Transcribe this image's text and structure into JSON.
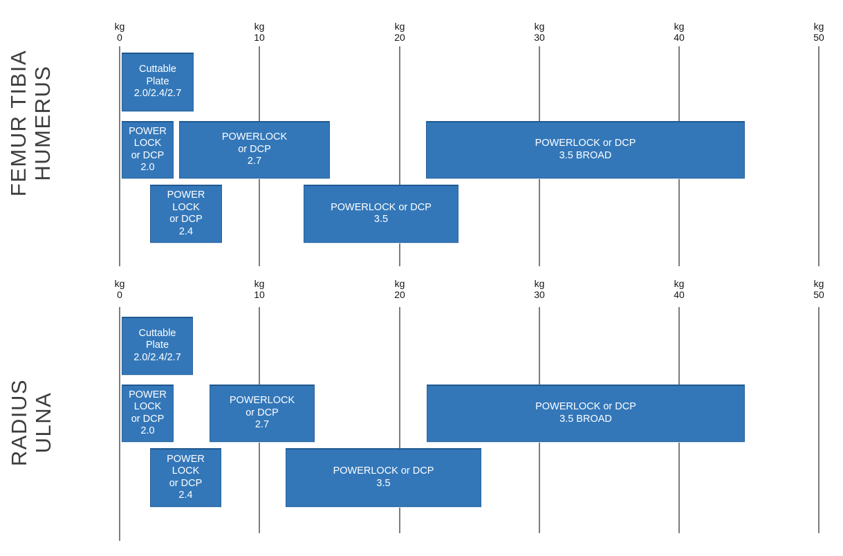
{
  "axis": {
    "unit": "kg",
    "ticks": [
      "0",
      "10",
      "20",
      "30",
      "40",
      "50"
    ]
  },
  "colors": {
    "bar_fill": "#3377b9",
    "bar_border": "#2a6198",
    "gridline": "#7c7c7c",
    "bar_text": "#ffffff",
    "axis_text": "#141414",
    "side_label_text": "#3d3d3d"
  },
  "sections": [
    {
      "name": "femur-tibia-humerus",
      "side_label": {
        "line1": "FEMUR TIBIA",
        "line2": "HUMERUS"
      },
      "bars": [
        {
          "id": "cuttable-plate",
          "lines": [
            "Cuttable",
            "Plate",
            "2.0/2.4/2.7"
          ]
        },
        {
          "id": "powerlock-or-dcp-2.0",
          "lines": [
            "POWER",
            "LOCK",
            "or DCP",
            "2.0"
          ]
        },
        {
          "id": "powerlock-or-dcp-2.7",
          "lines": [
            "POWERLOCK",
            "or DCP",
            "2.7"
          ]
        },
        {
          "id": "powerlock-or-dcp-3.5-broad",
          "lines": [
            "POWERLOCK or DCP",
            "3.5 BROAD"
          ]
        },
        {
          "id": "powerlock-or-dcp-2.4",
          "lines": [
            "POWER",
            "LOCK",
            "or DCP",
            "2.4"
          ]
        },
        {
          "id": "powerlock-or-dcp-3.5",
          "lines": [
            "POWERLOCK or DCP",
            "3.5"
          ]
        }
      ]
    },
    {
      "name": "radius-ulna",
      "side_label": {
        "line1": "RADIUS",
        "line2": "ULNA"
      },
      "bars": [
        {
          "id": "cuttable-plate",
          "lines": [
            "Cuttable",
            "Plate",
            "2.0/2.4/2.7"
          ]
        },
        {
          "id": "powerlock-or-dcp-2.0",
          "lines": [
            "POWER",
            "LOCK",
            "or DCP",
            "2.0"
          ]
        },
        {
          "id": "powerlock-or-dcp-2.7",
          "lines": [
            "POWERLOCK",
            "or DCP",
            "2.7"
          ]
        },
        {
          "id": "powerlock-or-dcp-3.5-broad",
          "lines": [
            "POWERLOCK or DCP",
            "3.5 BROAD"
          ]
        },
        {
          "id": "powerlock-or-dcp-2.4",
          "lines": [
            "POWER",
            "LOCK",
            "or DCP",
            "2.4"
          ]
        },
        {
          "id": "powerlock-or-dcp-3.5",
          "lines": [
            "POWERLOCK or DCP",
            "3.5"
          ]
        }
      ]
    }
  ],
  "chart_data": [
    {
      "type": "bar",
      "subtype": "horizontal-range",
      "title": "FEMUR TIBIA HUMERUS",
      "xlabel": "kg",
      "xlim": [
        0,
        50
      ],
      "x_ticks": [
        0,
        10,
        20,
        30,
        40,
        50
      ],
      "grid": true,
      "legend": false,
      "series": [
        {
          "name": "Cuttable Plate 2.0/2.4/2.7",
          "row": 1,
          "kg_min": 0,
          "kg_max": 5
        },
        {
          "name": "POWERLOCK or DCP 2.0",
          "row": 2,
          "kg_min": 0,
          "kg_max": 4
        },
        {
          "name": "POWERLOCK or DCP 2.7",
          "row": 2,
          "kg_min": 4,
          "kg_max": 15
        },
        {
          "name": "POWERLOCK or DCP 3.5 BROAD",
          "row": 2,
          "kg_min": 22,
          "kg_max": 45
        },
        {
          "name": "POWERLOCK or DCP 2.4",
          "row": 3,
          "kg_min": 2,
          "kg_max": 7
        },
        {
          "name": "POWERLOCK or DCP 3.5",
          "row": 3,
          "kg_min": 13,
          "kg_max": 24
        }
      ]
    },
    {
      "type": "bar",
      "subtype": "horizontal-range",
      "title": "RADIUS ULNA",
      "xlabel": "kg",
      "xlim": [
        0,
        50
      ],
      "x_ticks": [
        0,
        10,
        20,
        30,
        40,
        50
      ],
      "grid": true,
      "legend": false,
      "series": [
        {
          "name": "Cuttable Plate 2.0/2.4/2.7",
          "row": 1,
          "kg_min": 0,
          "kg_max": 5
        },
        {
          "name": "POWERLOCK or DCP 2.0",
          "row": 2,
          "kg_min": 0,
          "kg_max": 4
        },
        {
          "name": "POWERLOCK or DCP 2.7",
          "row": 2,
          "kg_min": 6.5,
          "kg_max": 14
        },
        {
          "name": "POWERLOCK or DCP 3.5 BROAD",
          "row": 2,
          "kg_min": 22,
          "kg_max": 45
        },
        {
          "name": "POWERLOCK or DCP 2.4",
          "row": 3,
          "kg_min": 2,
          "kg_max": 7
        },
        {
          "name": "POWERLOCK or DCP 3.5",
          "row": 3,
          "kg_min": 12,
          "kg_max": 26
        }
      ]
    }
  ]
}
